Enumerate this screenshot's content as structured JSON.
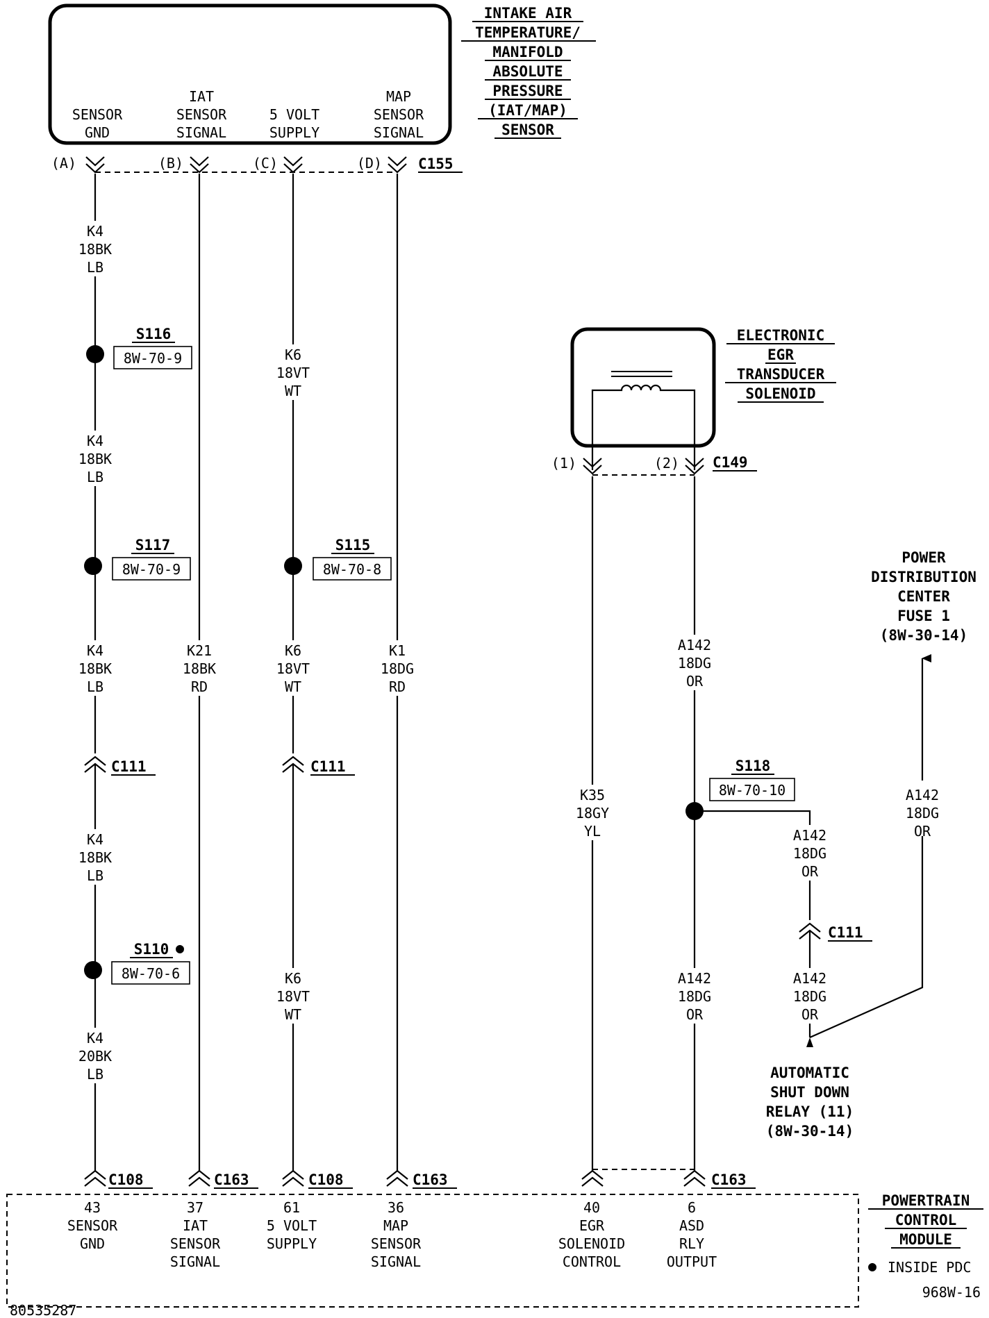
{
  "components": {
    "iat_map_sensor": {
      "title_lines": [
        "INTAKE AIR",
        "TEMPERATURE/",
        "MANIFOLD",
        "ABSOLUTE",
        "PRESSURE",
        "(IAT/MAP)",
        "SENSOR"
      ],
      "pins": [
        {
          "lines": [
            "SENSOR",
            "GND"
          ]
        },
        {
          "lines": [
            "IAT",
            "SENSOR",
            "SIGNAL"
          ]
        },
        {
          "lines": [
            "5 VOLT",
            "SUPPLY"
          ]
        },
        {
          "lines": [
            "MAP",
            "SENSOR",
            "SIGNAL"
          ]
        }
      ],
      "cavities": [
        "(A)",
        "(B)",
        "(C)",
        "(D)"
      ],
      "connector": "C155"
    },
    "egr_solenoid": {
      "title_lines": [
        "ELECTRONIC",
        "EGR",
        "TRANSDUCER",
        "SOLENOID"
      ],
      "cavities": [
        "(1)",
        "(2)"
      ],
      "connector": "C149"
    },
    "pdc": {
      "title_lines": [
        "POWER",
        "DISTRIBUTION",
        "CENTER",
        "FUSE 1",
        "(8W-30-14)"
      ]
    },
    "asd_relay": {
      "title_lines": [
        "AUTOMATIC",
        "SHUT DOWN",
        "RELAY (11)",
        "(8W-30-14)"
      ]
    },
    "pcm": {
      "title_lines": [
        "POWERTRAIN",
        "CONTROL",
        "MODULE"
      ],
      "pins": [
        {
          "lines": [
            "43",
            "SENSOR",
            "GND"
          ]
        },
        {
          "lines": [
            "37",
            "IAT",
            "SENSOR",
            "SIGNAL"
          ]
        },
        {
          "lines": [
            "61",
            "5 VOLT",
            "SUPPLY"
          ]
        },
        {
          "lines": [
            "36",
            "MAP",
            "SENSOR",
            "SIGNAL"
          ]
        },
        {
          "lines": [
            "40",
            "EGR",
            "SOLENOID",
            "CONTROL"
          ]
        },
        {
          "lines": [
            "6",
            "ASD",
            "RLY",
            "OUTPUT"
          ]
        }
      ]
    }
  },
  "wire_labels": {
    "k4_a": [
      "K4",
      "18BK",
      "LB"
    ],
    "k4_b": [
      "K4",
      "18BK",
      "LB"
    ],
    "k4_c": [
      "K4",
      "18BK",
      "LB"
    ],
    "k4_d": [
      "K4",
      "18BK",
      "LB"
    ],
    "k4_e": [
      "K4",
      "20BK",
      "LB"
    ],
    "k21": [
      "K21",
      "18BK",
      "RD"
    ],
    "k6_a": [
      "K6",
      "18VT",
      "WT"
    ],
    "k6_b": [
      "K6",
      "18VT",
      "WT"
    ],
    "k6_c": [
      "K6",
      "18VT",
      "WT"
    ],
    "k1": [
      "K1",
      "18DG",
      "RD"
    ],
    "k35": [
      "K35",
      "18GY",
      "YL"
    ],
    "a142_a": [
      "A142",
      "18DG",
      "OR"
    ],
    "a142_b": [
      "A142",
      "18DG",
      "OR"
    ],
    "a142_c": [
      "A142",
      "18DG",
      "OR"
    ],
    "a142_d": [
      "A142",
      "18DG",
      "OR"
    ],
    "a142_e": [
      "A142",
      "18DG",
      "OR"
    ]
  },
  "splices": {
    "s116": {
      "id": "S116",
      "ref": "8W-70-9"
    },
    "s117": {
      "id": "S117",
      "ref": "8W-70-9"
    },
    "s115": {
      "id": "S115",
      "ref": "8W-70-8"
    },
    "s110": {
      "id": "S110",
      "ref": "8W-70-6",
      "mark": "●"
    },
    "s118": {
      "id": "S118",
      "ref": "8W-70-10"
    }
  },
  "connectors": {
    "c111_a": "C111",
    "c111_b": "C111",
    "c111_c": "C111",
    "c108_a": "C108",
    "c163_a": "C163",
    "c108_b": "C108",
    "c163_b": "C163",
    "c163_c": "C163"
  },
  "legend": {
    "symbol": "●",
    "text": "INSIDE PDC"
  },
  "diagram_id": "968W-16",
  "doc_number": "80535287"
}
